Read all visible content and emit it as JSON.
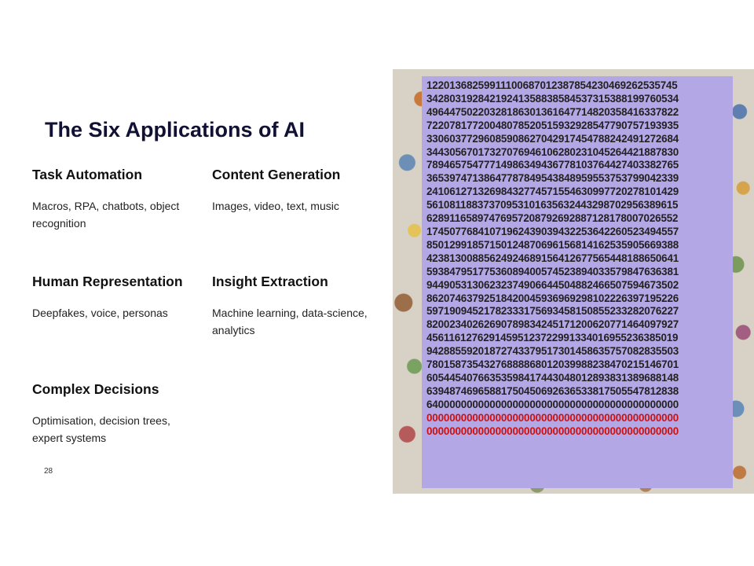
{
  "title": "The Six Applications of AI",
  "applications": [
    {
      "heading": "Task Automation",
      "description": "Macros, RPA, chatbots, object recognition"
    },
    {
      "heading": "Content Generation",
      "description": "Images, video, text, music"
    },
    {
      "heading": "Human Representation",
      "description": "Deepfakes, voice, personas"
    },
    {
      "heading": "Insight Extraction",
      "description": "Machine learning, data-science, analytics"
    },
    {
      "heading": "Complex Decisions",
      "description": "Optimisation, decision trees, expert systems"
    }
  ],
  "page_number": "28",
  "number_rows": [
    "12201368259911100687012387854230469262535745",
    "34280319284219241358838584537315388199760534",
    "49644750220328186301361647714820358416337822",
    "72207817720048078520515932928547790757193935",
    "33060377296085908627042917454788242491272684",
    "34430567017327076946106280231045264421887830",
    "78946575477714986349436778103764427403382765",
    "36539747138647787849543848959553753799042339",
    "24106127132698432774571554630997720278101429",
    "56108118837370953101635632443298702956389615",
    "62891165897476957208792692887128178007026552",
    "17450776841071962439039432253642260523494557",
    "85012991857150124870696156814162535905669388",
    "42381300885624924689156412677565448188650641",
    "59384795177536089400574523894033579847636381",
    "94490531306232374906644504882466507594673502",
    "86207463792518420045936969298102226397195226",
    "59719094521782333175693458150855233282076227",
    "82002340262690789834245171200620771464097927",
    "45611612762914595123722991334016955236385019",
    "94288559201872743379517301458635757082835503",
    "78015873543276888868012039988238470215146701",
    "60544540766353598417443048012893831389688148",
    "63948746965881750450692636533817505547812838",
    "64000000000000000000000000000000000000000000"
  ],
  "zero_rows": [
    "00000000000000000000000000000000000000000000",
    "00000000000000000000000000000000000000000000"
  ],
  "colors": {
    "number_box": "#b3a7e6",
    "digits": "#222222",
    "zero_digits": "#cc1111"
  }
}
